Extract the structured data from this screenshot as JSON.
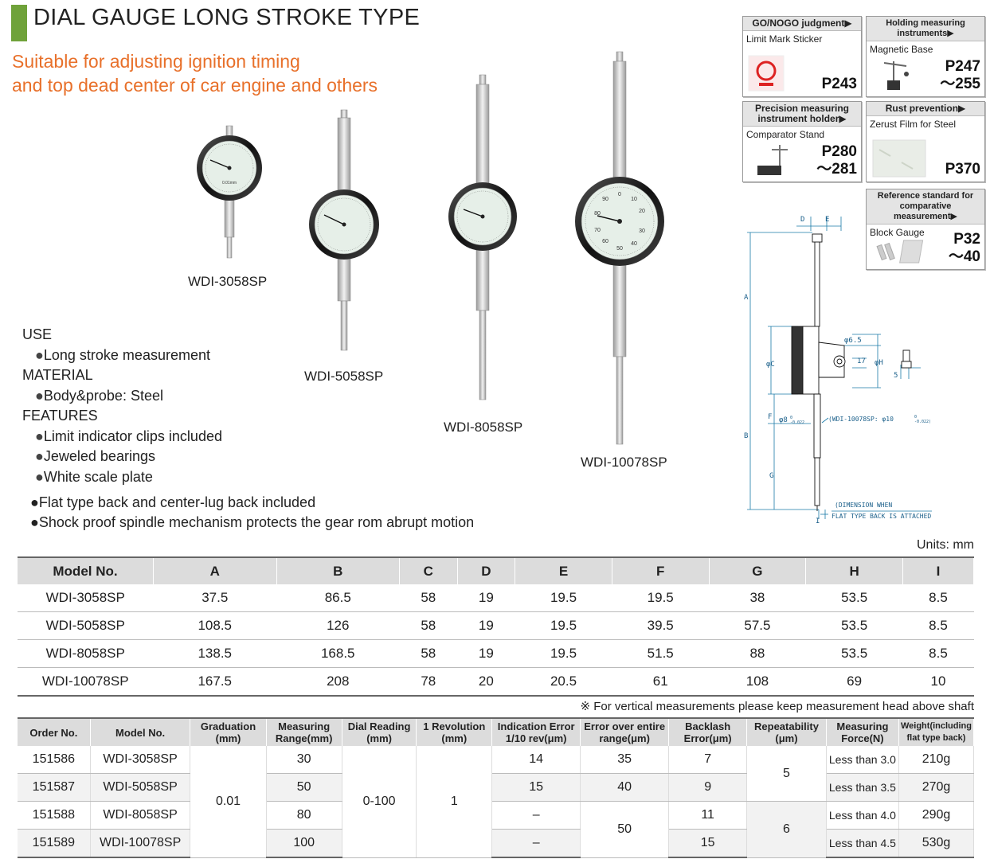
{
  "header": {
    "title": "DIAL GAUGE LONG STROKE TYPE",
    "subtitle_line1": "Suitable for adjusting ignition timing",
    "subtitle_line2": "and top dead center of car engine and others"
  },
  "gauges": [
    {
      "model": "WDI-3058SP",
      "dial_text": "0.01mm"
    },
    {
      "model": "WDI-5058SP"
    },
    {
      "model": "WDI-8058SP"
    },
    {
      "model": "WDI-10078SP"
    }
  ],
  "dial_numbers": {
    "g4": [
      "90",
      "0",
      "10",
      "20",
      "30",
      "40",
      "50",
      "60",
      "70",
      "80"
    ]
  },
  "info": {
    "use_heading": "USE",
    "use_items": [
      "Long stroke measurement"
    ],
    "material_heading": "MATERIAL",
    "material_items": [
      "Body&probe: Steel"
    ],
    "features_heading": "FEATURES",
    "features_items": [
      "Limit indicator clips included",
      "Jeweled bearings",
      "White scale plate"
    ],
    "extra_items": [
      "Flat type back and center-lug back included",
      "Shock proof spindle mechanism protects the gear rom abrupt motion"
    ],
    "bullet": "●"
  },
  "side_boxes": [
    {
      "header": "GO/NOGO judgment▶",
      "sub": "Limit Mark Sticker",
      "page": "P243"
    },
    {
      "header": "Holding measuring instruments▶",
      "sub": "Magnetic Base",
      "page_l1": "P247",
      "page_l2": "～255"
    },
    {
      "header_l1": "Precision measuring",
      "header_l2": "instrument holder▶",
      "sub": "Comparator Stand",
      "page_l1": "P280",
      "page_l2": "～281"
    },
    {
      "header": "Rust prevention▶",
      "sub": "Zerust Film for Steel",
      "page": "P370"
    },
    {
      "header_l1": "Reference standard for",
      "header_l2": "comparative measurement▶",
      "sub": "Block Gauge",
      "page_l1": "P32",
      "page_l2": "～40"
    }
  ],
  "diagram": {
    "labels": {
      "A": "A",
      "B": "B",
      "C": "φC",
      "D": "D",
      "E": "E",
      "F": "F",
      "G": "G",
      "H": "φH",
      "I": "I",
      "phi65": "φ6.5",
      "d17": "17",
      "d5": "5",
      "phi8": "φ8",
      "phi8_tol": "0",
      "phi8_tol2": "-0.022",
      "wdi10": "(WDI-10078SP: φ10",
      "wdi10_tol": "0",
      "wdi10_tol2": "-0.022)",
      "note1": "(DIMENSION WHEN",
      "note2": "FLAT TYPE BACK IS ATTACHED)"
    }
  },
  "units": "Units: mm",
  "dim_table": {
    "headers": [
      "Model No.",
      "A",
      "B",
      "C",
      "D",
      "E",
      "F",
      "G",
      "H",
      "I"
    ],
    "rows": [
      [
        "WDI-3058SP",
        "37.5",
        "86.5",
        "58",
        "19",
        "19.5",
        "19.5",
        "38",
        "53.5",
        "8.5"
      ],
      [
        "WDI-5058SP",
        "108.5",
        "126",
        "58",
        "19",
        "19.5",
        "39.5",
        "57.5",
        "53.5",
        "8.5"
      ],
      [
        "WDI-8058SP",
        "138.5",
        "168.5",
        "58",
        "19",
        "19.5",
        "51.5",
        "88",
        "53.5",
        "8.5"
      ],
      [
        "WDI-10078SP",
        "167.5",
        "208",
        "78",
        "20",
        "20.5",
        "61",
        "108",
        "69",
        "10"
      ]
    ]
  },
  "note": "※ For vertical measurements please keep measurement head above shaft",
  "spec_table": {
    "headers": [
      [
        "Order No."
      ],
      [
        "Model No."
      ],
      [
        "Graduation",
        "(mm)"
      ],
      [
        "Measuring",
        "Range(mm)"
      ],
      [
        "Dial Reading",
        "(mm)"
      ],
      [
        "1 Revolution",
        "(mm)"
      ],
      [
        "Indication Error",
        "1/10 rev(μm)"
      ],
      [
        "Error over entire",
        "range(μm)"
      ],
      [
        "Backlash",
        "Error(μm)"
      ],
      [
        "Repeatability",
        "(μm)"
      ],
      [
        "Measuring",
        "Force(N)"
      ],
      [
        "Weight(including",
        "flat type back)"
      ]
    ],
    "rows": [
      {
        "order": "151586",
        "model": "WDI-3058SP",
        "range": "30",
        "ind_err": "14",
        "entire": "35",
        "backlash": "7",
        "force": "Less than 3.0",
        "weight": "210g"
      },
      {
        "order": "151587",
        "model": "WDI-5058SP",
        "range": "50",
        "ind_err": "15",
        "entire": "40",
        "backlash": "9",
        "force": "Less than 3.5",
        "weight": "270g"
      },
      {
        "order": "151588",
        "model": "WDI-8058SP",
        "range": "80",
        "ind_err": "–",
        "backlash": "11",
        "force": "Less than 4.0",
        "weight": "290g"
      },
      {
        "order": "151589",
        "model": "WDI-10078SP",
        "range": "100",
        "ind_err": "–",
        "backlash": "15",
        "force": "Less than 4.5",
        "weight": "530g"
      }
    ],
    "graduation": "0.01",
    "dial_reading": "0-100",
    "revolution": "1",
    "entire_merged": "50",
    "repeat_1": "5",
    "repeat_2": "6"
  }
}
